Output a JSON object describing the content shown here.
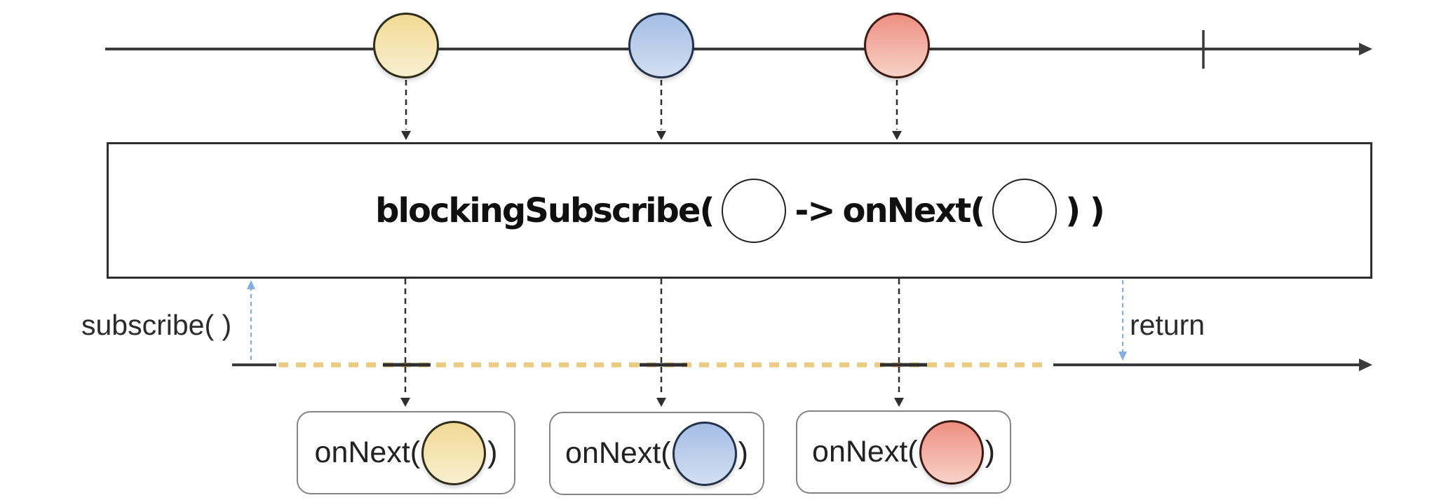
{
  "colors": {
    "timeline": "#3a3a3a",
    "dashed-arrow": "#2e2e2e",
    "call-arrow": "#85aede",
    "blocked-dash": "#e9cb81",
    "marble-yellow-top": "#f2d995",
    "marble-yellow-bottom": "#f9efd0",
    "marble-yellow-border": "#2f2c1a",
    "marble-blue-top": "#a5bee5",
    "marble-blue-bottom": "#d3def2",
    "marble-blue-border": "#233249",
    "marble-red-top": "#ee8f82",
    "marble-red-bottom": "#f8d2c8",
    "marble-red-border": "#3e1b15",
    "operator-box-border": "#2f2f2f",
    "onnext-box-border": "#848484",
    "label-text": "#2b2b2b"
  },
  "operator_box": {
    "label_prefix": "blockingSubscribe(",
    "label_arrow": "->",
    "label_onnext": "onNext(",
    "label_close": ") )"
  },
  "labels": {
    "subscribe": "subscribe( )",
    "return": "return"
  },
  "output_calls": [
    {
      "open": "onNext(",
      "close": ")",
      "marble": "yellow"
    },
    {
      "open": "onNext(",
      "close": ")",
      "marble": "blue"
    },
    {
      "open": "onNext(",
      "close": ")",
      "marble": "red"
    }
  ]
}
